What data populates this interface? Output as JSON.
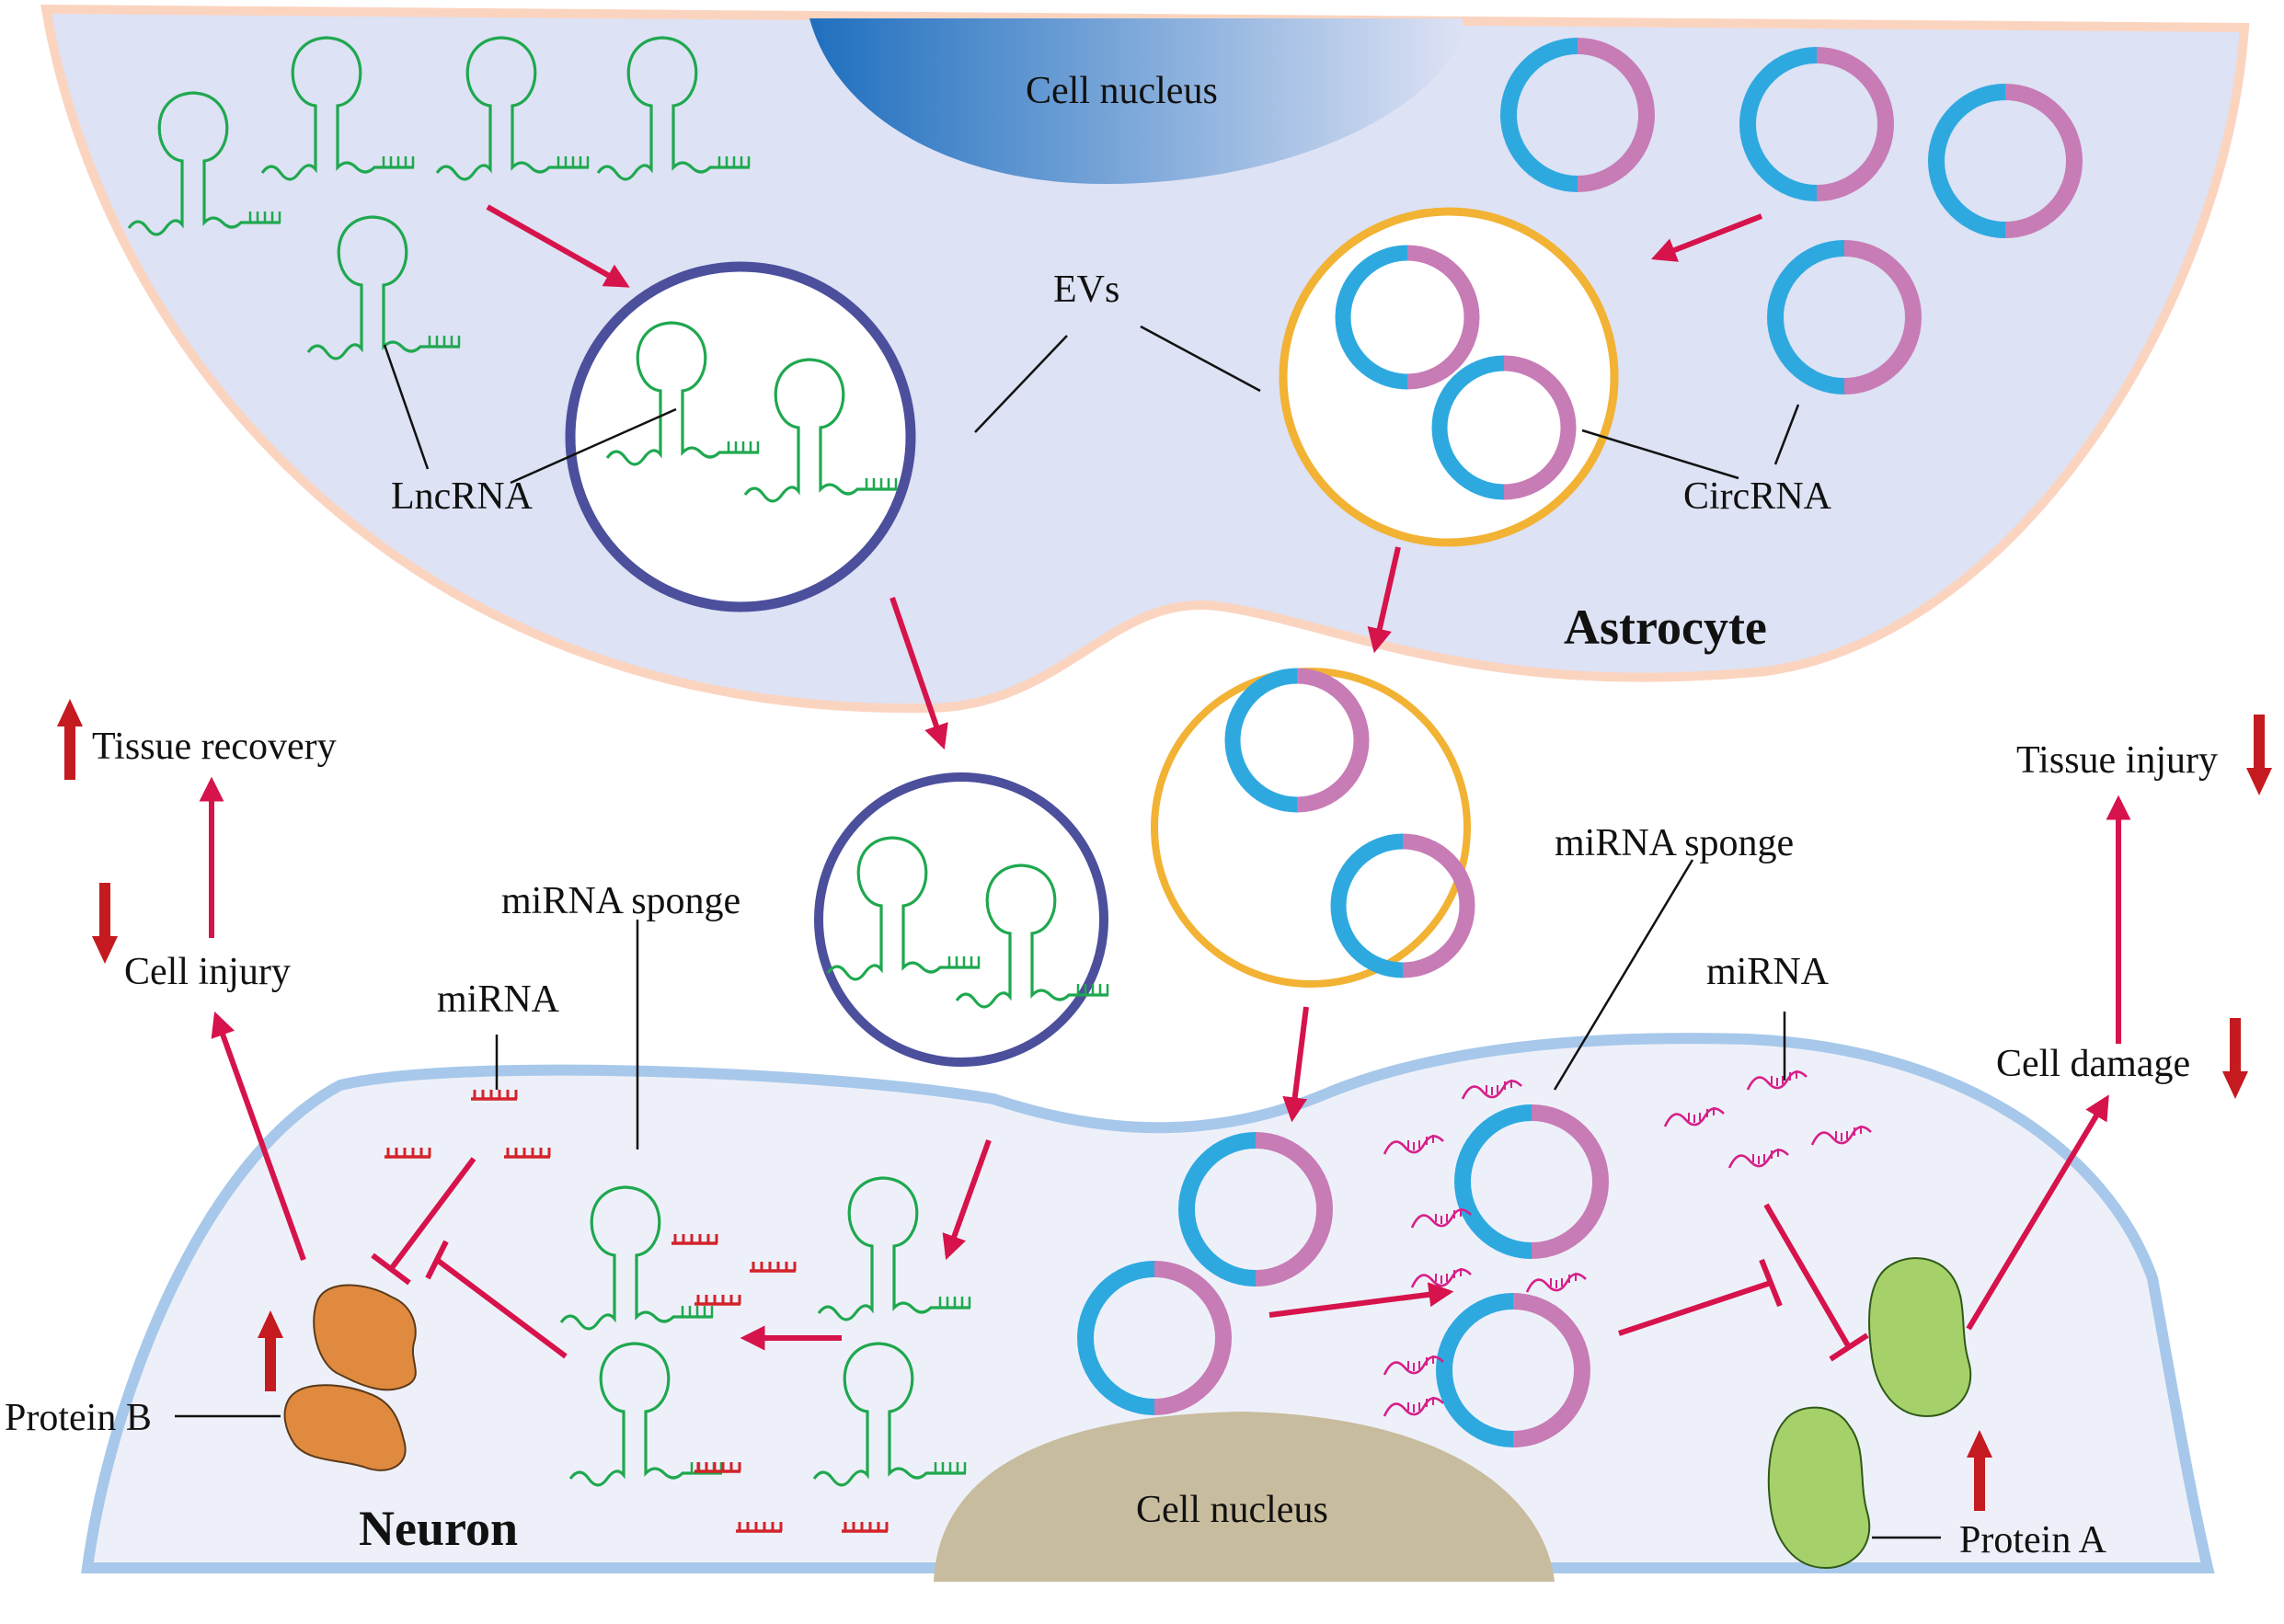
{
  "labels": {
    "astro_nucleus": "Cell nucleus",
    "neuron_nucleus": "Cell nucleus",
    "evs": "EVs",
    "lncrna": "LncRNA",
    "circrna": "CircRNA",
    "astrocyte": "Astrocyte",
    "neuron": "Neuron",
    "tissue_recovery": "Tissue recovery",
    "cell_injury": "Cell injury",
    "mirna_left": "miRNA",
    "mirna_sponge_left": "miRNA sponge",
    "mirna_sponge_right": "miRNA sponge",
    "mirna_right": "miRNA",
    "tissue_injury": "Tissue injury",
    "cell_damage": "Cell damage",
    "protein_b": "Protein B",
    "protein_a": "Protein A"
  },
  "colors": {
    "astrocyte_fill": "#dde2f4",
    "astrocyte_border": "#fbd4c0",
    "neuron_fill": "#eef0f9",
    "neuron_border": "#a7c8ea",
    "lncrna": "#1fa84f",
    "circ_blue": "#2ea9e0",
    "circ_pink": "#c77cb6",
    "ev_lnc": "#4b4f9c",
    "ev_circ": "#f2b233",
    "arrow": "#d6134b",
    "mirna_red": "#d3232a",
    "mirna_pink": "#d6208a",
    "protein_a": "#a6d16a",
    "protein_b": "#e08a3f",
    "neuron_nucleus": "#c8bc9e"
  }
}
